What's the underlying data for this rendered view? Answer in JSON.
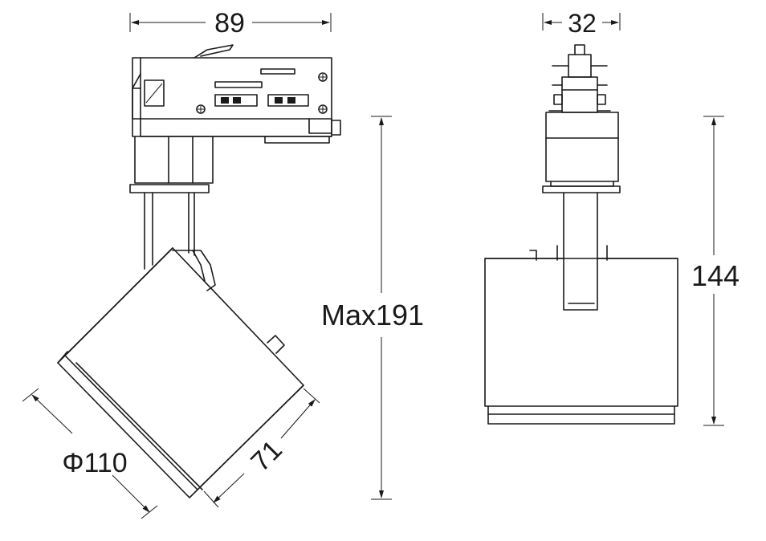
{
  "dimensions": {
    "top_width": "89",
    "side_width": "32",
    "max_height": "Max191",
    "body_height": "144",
    "diameter": "Φ110",
    "head_length": "71"
  },
  "colors": {
    "line": "#1a1a1a",
    "background": "#ffffff"
  }
}
